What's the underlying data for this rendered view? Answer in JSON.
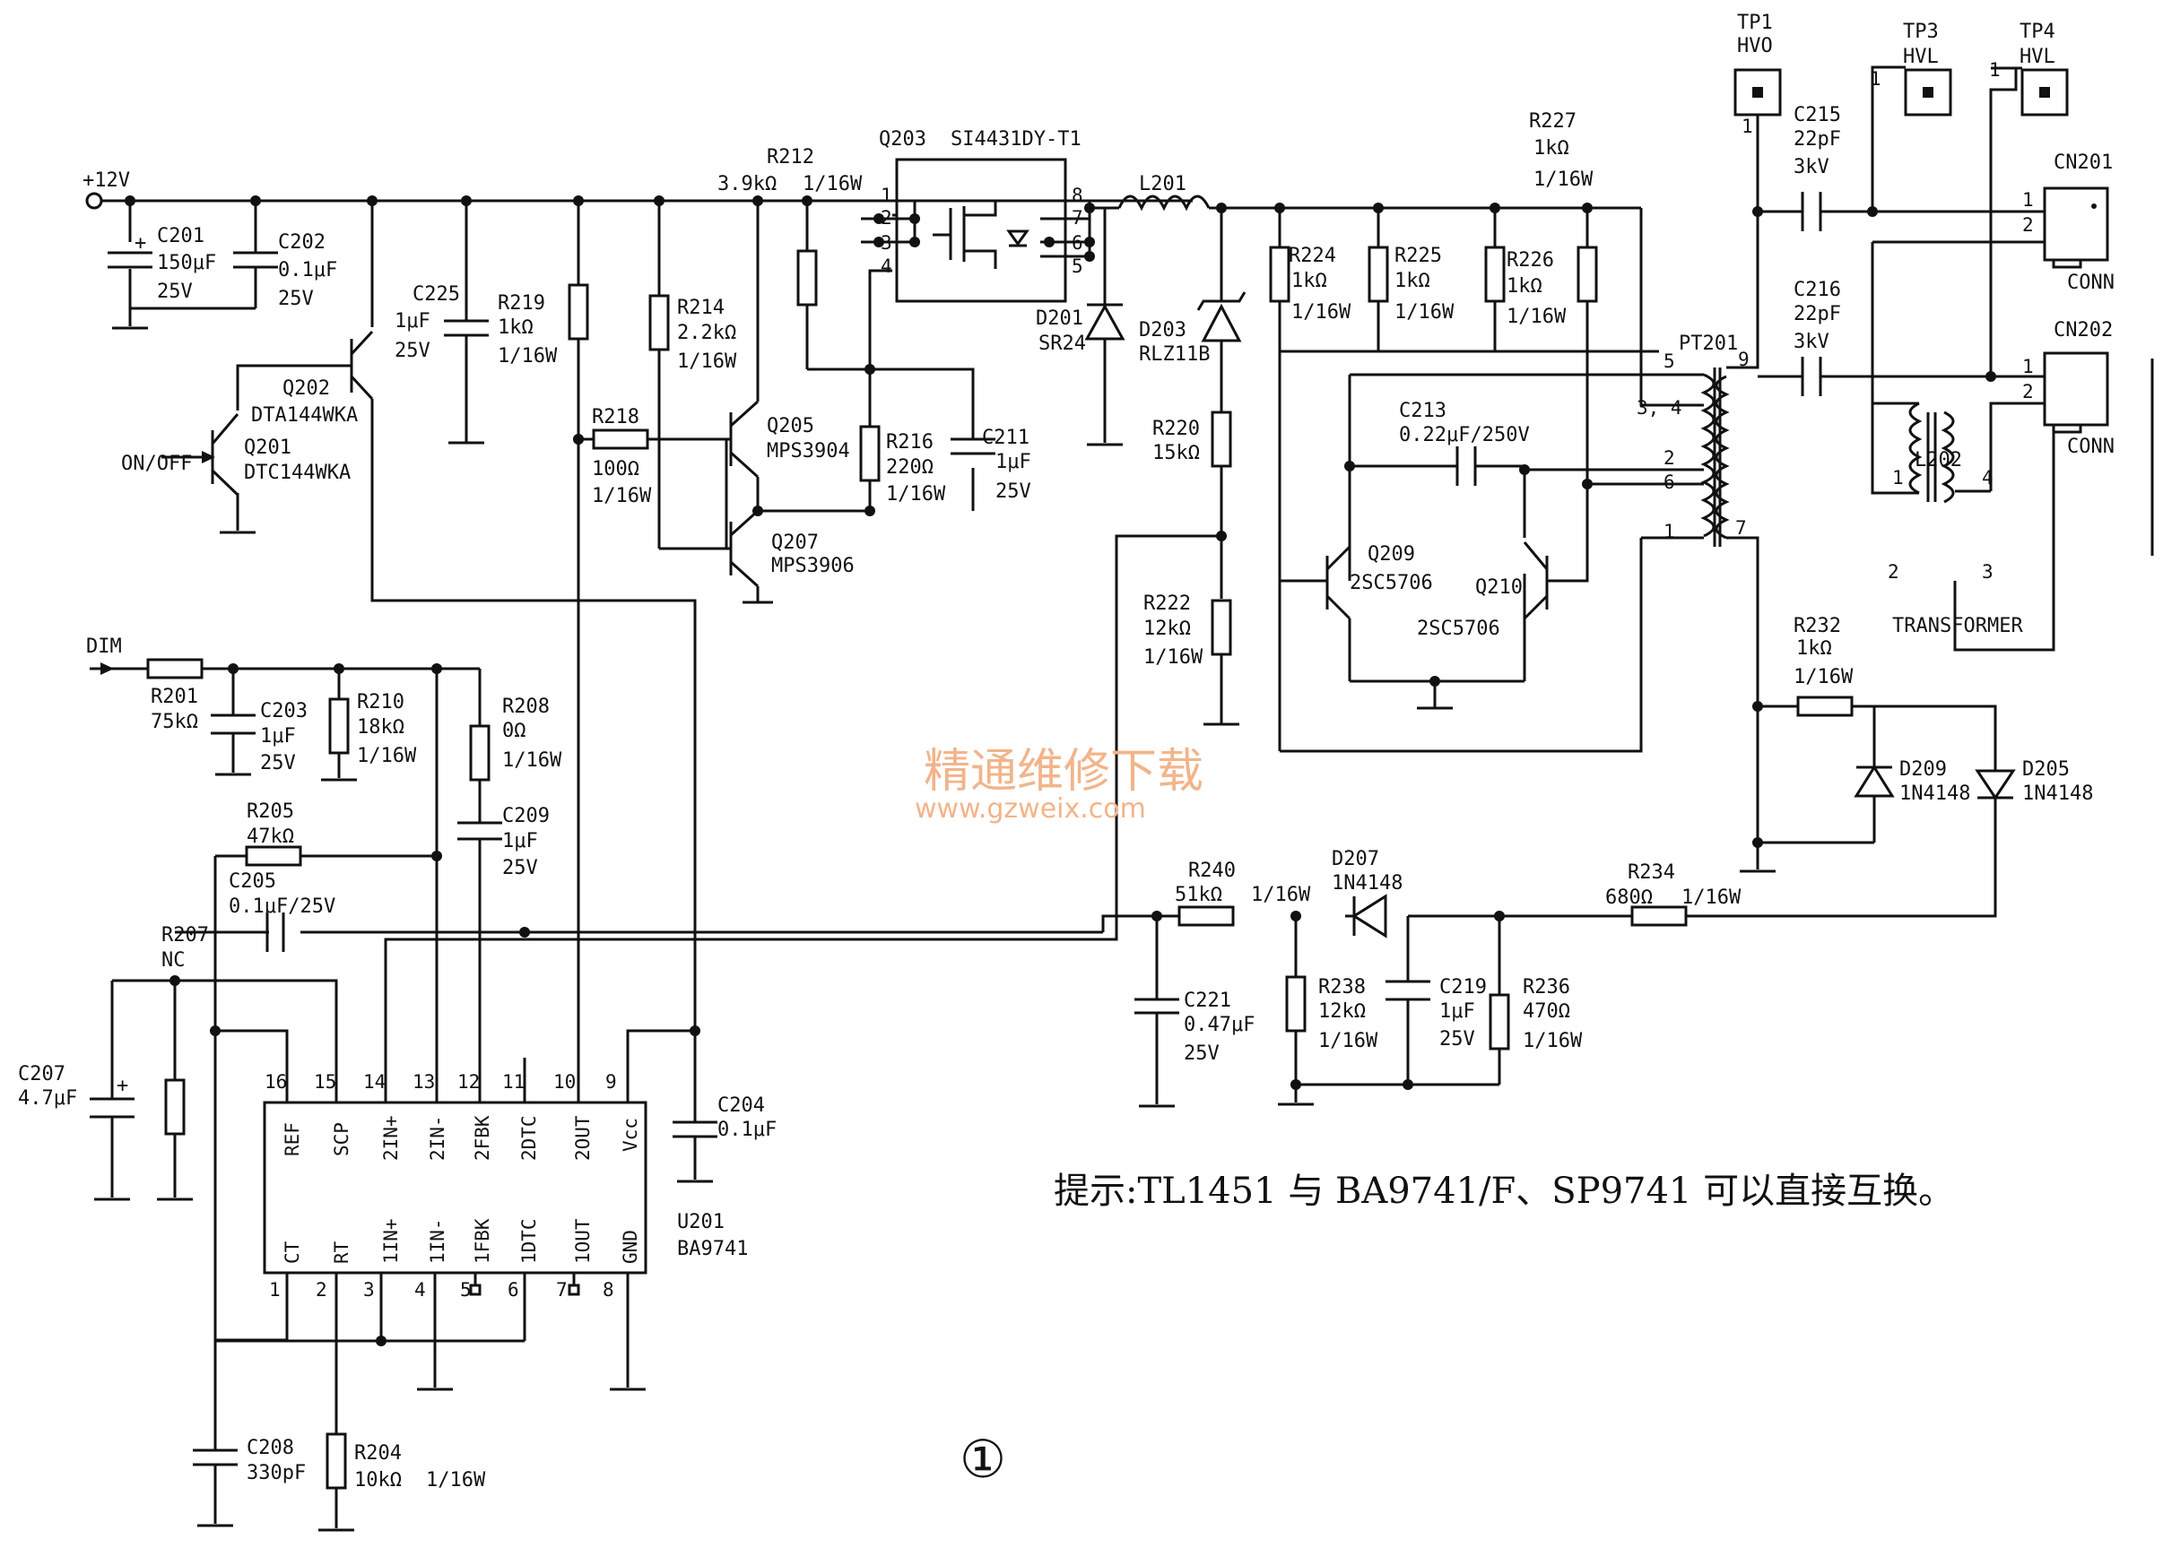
{
  "note": "提示:TL1451 与 BA9741/F、SP9741 可以直接互换。",
  "figure_number": "①",
  "watermark": {
    "main": "精通维修下载",
    "url": "www.gzweix.com"
  },
  "nets": {
    "vin": "+12V",
    "onoff": "ON/OFF",
    "dim": "DIM"
  },
  "ic": {
    "ref": "U201",
    "part": "BA9741",
    "top_pins": [
      {
        "n": "16",
        "name": "REF"
      },
      {
        "n": "15",
        "name": "SCP"
      },
      {
        "n": "14",
        "name": "2IN+"
      },
      {
        "n": "13",
        "name": "2IN-"
      },
      {
        "n": "12",
        "name": "2FBK"
      },
      {
        "n": "11",
        "name": "2DTC"
      },
      {
        "n": "10",
        "name": "2OUT"
      },
      {
        "n": "9",
        "name": "Vcc"
      }
    ],
    "bottom_pins": [
      {
        "n": "1",
        "name": "CT"
      },
      {
        "n": "2",
        "name": "RT"
      },
      {
        "n": "3",
        "name": "1IN+"
      },
      {
        "n": "4",
        "name": "1IN-"
      },
      {
        "n": "5",
        "name": "1FBK"
      },
      {
        "n": "6",
        "name": "1DTC"
      },
      {
        "n": "7",
        "name": "1OUT"
      },
      {
        "n": "8",
        "name": "GND"
      }
    ]
  },
  "mosfet": {
    "ref": "Q203",
    "part": "SI4431DY-T1",
    "left_pins": [
      "1",
      "2",
      "3",
      "4"
    ],
    "right_pins": [
      "8",
      "7",
      "6",
      "5"
    ]
  },
  "transformer_pt": {
    "ref": "PT201",
    "pins": [
      "5",
      "3, 4",
      "2",
      "6",
      "1",
      "9",
      "7"
    ]
  },
  "transformer_l": {
    "ref": "L202",
    "name": "TRANSFORMER",
    "pins": [
      "1",
      "4",
      "2",
      "3"
    ]
  },
  "testpoints": [
    {
      "ref": "TP1",
      "net": "HVO",
      "pin": "1"
    },
    {
      "ref": "TP3",
      "net": "HVL",
      "pin": "1"
    },
    {
      "ref": "TP4",
      "net": "HVL",
      "pin": "1"
    }
  ],
  "connectors": [
    {
      "ref": "CN201",
      "name": "CONN",
      "pins": [
        "1",
        "2"
      ]
    },
    {
      "ref": "CN202",
      "name": "CONN",
      "pins": [
        "1",
        "2"
      ]
    }
  ],
  "capacitors": [
    {
      "ref": "C201",
      "value": "150μF",
      "rating": "25V"
    },
    {
      "ref": "C202",
      "value": "0.1μF",
      "rating": "25V"
    },
    {
      "ref": "C225",
      "value": "1μF",
      "rating": "25V"
    },
    {
      "ref": "C211",
      "value": "1μF",
      "rating": "25V"
    },
    {
      "ref": "C213",
      "value": "0.22μF/250V",
      "rating": ""
    },
    {
      "ref": "C215",
      "value": "22pF",
      "rating": "3kV"
    },
    {
      "ref": "C216",
      "value": "22pF",
      "rating": "3kV"
    },
    {
      "ref": "C203",
      "value": "1μF",
      "rating": "25V"
    },
    {
      "ref": "C209",
      "value": "1μF",
      "rating": "25V"
    },
    {
      "ref": "C205",
      "value": "0.1μF/25V",
      "rating": ""
    },
    {
      "ref": "C207",
      "value": "4.7μF",
      "rating": ""
    },
    {
      "ref": "C204",
      "value": "0.1μF",
      "rating": ""
    },
    {
      "ref": "C208",
      "value": "330pF",
      "rating": ""
    },
    {
      "ref": "C221",
      "value": "0.47μF",
      "rating": "25V"
    },
    {
      "ref": "C219",
      "value": "1μF",
      "rating": "25V"
    }
  ],
  "resistors": [
    {
      "ref": "R219",
      "value": "1kΩ",
      "rating": "1/16W"
    },
    {
      "ref": "R214",
      "value": "2.2kΩ",
      "rating": "1/16W"
    },
    {
      "ref": "R212",
      "value": "3.9kΩ",
      "rating": "1/16W"
    },
    {
      "ref": "R218",
      "value": "100Ω",
      "rating": "1/16W"
    },
    {
      "ref": "R216",
      "value": "220Ω",
      "rating": "1/16W"
    },
    {
      "ref": "R224",
      "value": "1kΩ",
      "rating": "1/16W"
    },
    {
      "ref": "R225",
      "value": "1kΩ",
      "rating": "1/16W"
    },
    {
      "ref": "R226",
      "value": "1kΩ",
      "rating": "1/16W"
    },
    {
      "ref": "R227",
      "value": "1kΩ",
      "rating": "1/16W"
    },
    {
      "ref": "R220",
      "value": "15kΩ",
      "rating": ""
    },
    {
      "ref": "R222",
      "value": "12kΩ",
      "rating": "1/16W"
    },
    {
      "ref": "R201",
      "value": "75kΩ",
      "rating": ""
    },
    {
      "ref": "R210",
      "value": "18kΩ",
      "rating": "1/16W"
    },
    {
      "ref": "R208",
      "value": "0Ω",
      "rating": "1/16W"
    },
    {
      "ref": "R205",
      "value": "47kΩ",
      "rating": ""
    },
    {
      "ref": "R207",
      "value": "NC",
      "rating": ""
    },
    {
      "ref": "R204",
      "value": "10kΩ",
      "rating": "1/16W"
    },
    {
      "ref": "R240",
      "value": "51kΩ",
      "rating": "1/16W"
    },
    {
      "ref": "R238",
      "value": "12kΩ",
      "rating": "1/16W"
    },
    {
      "ref": "R236",
      "value": "470Ω",
      "rating": "1/16W"
    },
    {
      "ref": "R234",
      "value": "680Ω",
      "rating": "1/16W"
    },
    {
      "ref": "R232",
      "value": "1kΩ",
      "rating": "1/16W"
    }
  ],
  "transistors": [
    {
      "ref": "Q202",
      "part": "DTA144WKA"
    },
    {
      "ref": "Q201",
      "part": "DTC144WKA"
    },
    {
      "ref": "Q205",
      "part": "MPS3904"
    },
    {
      "ref": "Q207",
      "part": "MPS3906"
    },
    {
      "ref": "Q209",
      "part": "2SC5706"
    },
    {
      "ref": "Q210",
      "part": "2SC5706"
    }
  ],
  "diodes": [
    {
      "ref": "D201",
      "part": "SR24"
    },
    {
      "ref": "D203",
      "part": "RLZ11B"
    },
    {
      "ref": "D207",
      "part": "1N4148"
    },
    {
      "ref": "D209",
      "part": "1N4148"
    },
    {
      "ref": "D205",
      "part": "1N4148"
    }
  ],
  "inductors": [
    {
      "ref": "L201"
    }
  ]
}
